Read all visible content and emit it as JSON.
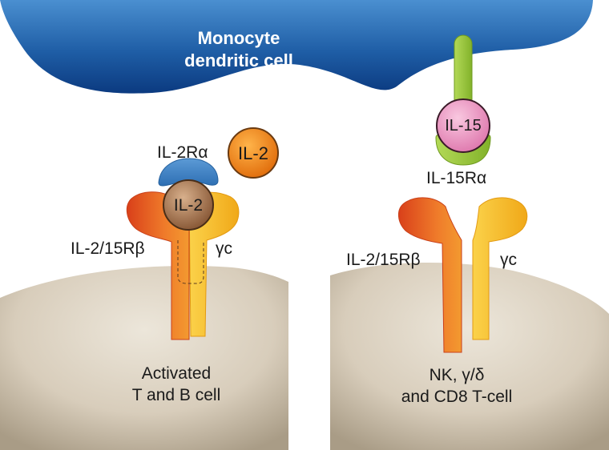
{
  "title_line1": "Monocyte",
  "title_line2": "dendritic cell",
  "left": {
    "il2_free": "IL-2",
    "il2_bound": "IL-2",
    "il2ra_label": "IL-2Rα",
    "beta_label": "IL-2/15Rβ",
    "gamma_label": "γc",
    "cell_line1": "Activated",
    "cell_line2": "T and B cell"
  },
  "right": {
    "il15": "IL-15",
    "il15ra_label": "IL-15Rα",
    "beta_label": "IL-2/15Rβ",
    "gamma_label": "γc",
    "cell_line1": "NK, γ/δ",
    "cell_line2": "and CD8 T-cell"
  },
  "colors": {
    "monocyte_top": "#2e74b8",
    "monocyte_bottom": "#0d3f86",
    "cell_body": "#c9bca6",
    "beta_chain": "#e2561f",
    "gamma_chain": "#f7b51e",
    "il2ra": "#3d84c7",
    "il15ra": "#9cc63a",
    "il2": "#a9764f",
    "il2_free": "#f28a1a",
    "il15": "#ec9ec6"
  }
}
